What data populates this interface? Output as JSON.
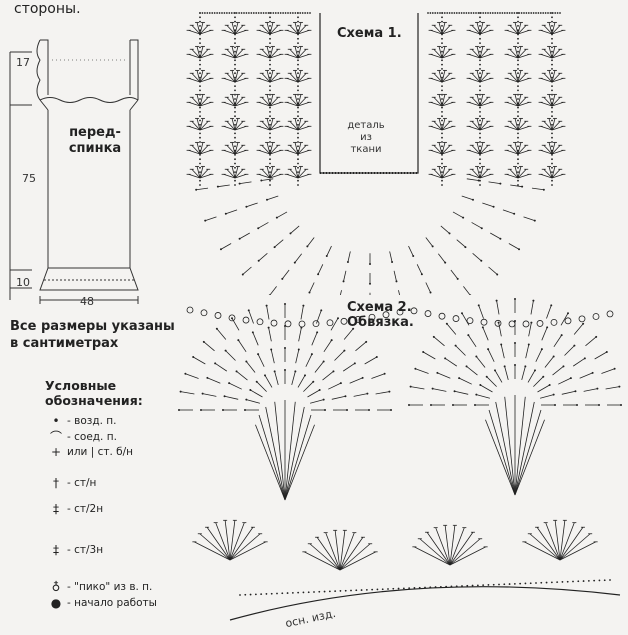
{
  "header": {
    "top_text": "стороны."
  },
  "garment": {
    "label_line1": "перед-",
    "label_line2": "спинка",
    "dim_top": "17",
    "dim_body": "75",
    "dim_hem": "10",
    "dim_width": "48"
  },
  "sizes_note": {
    "line1": "Все размеры указаны",
    "line2": "в сантиметрах"
  },
  "scheme1": {
    "title": "Схема 1.",
    "fabric_line1": "деталь",
    "fabric_line2": "из",
    "fabric_line3": "ткани"
  },
  "scheme2": {
    "title_line1": "Схема 2.",
    "title_line2": "Обвязка.",
    "base_label": "осн. изд."
  },
  "legend": {
    "title_line1": "Условные",
    "title_line2": "обозначения:",
    "items": [
      {
        "icon": "dot-icon",
        "symbol": "•",
        "text": "- возд. п."
      },
      {
        "icon": "slip-stitch-icon",
        "symbol": "⌒",
        "text": "- соед. п."
      },
      {
        "icon": "single-crochet-icon",
        "symbol": "+",
        "text": "или |  ст. б/н"
      },
      {
        "icon": "double-crochet-icon",
        "symbol": "†",
        "text": "- ст/н"
      },
      {
        "icon": "treble-crochet-icon",
        "symbol": "‡",
        "text": "- ст/2н"
      },
      {
        "icon": "triple-crochet-icon",
        "symbol": "‡",
        "text": "- ст/3н"
      },
      {
        "icon": "picot-icon",
        "symbol": "♁",
        "text": "- \"пико\" из в. п."
      },
      {
        "icon": "start-dot-icon",
        "symbol": "●",
        "text": "- начало работы"
      }
    ]
  },
  "colors": {
    "ink": "#222222",
    "paper": "#f4f3f1",
    "bleed": "#bbbbbb"
  }
}
